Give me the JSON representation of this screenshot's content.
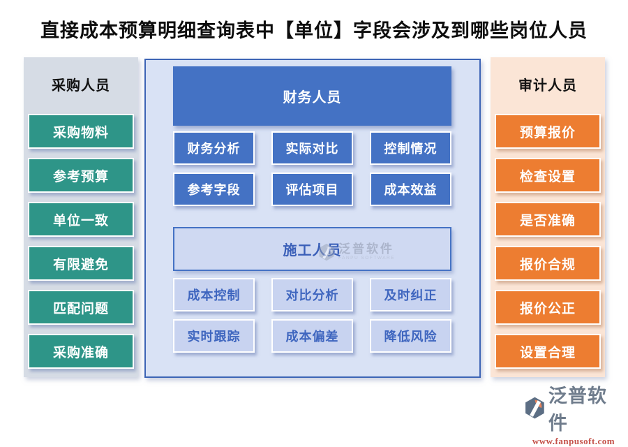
{
  "title": "直接成本预算明细查询表中【单位】字段会涉及到哪些岗位人员",
  "panels": {
    "purchasing": {
      "header": "采购人员",
      "items": [
        "采购物料",
        "参考预算",
        "单位一致",
        "有限避免",
        "匹配问题",
        "采购准确"
      ]
    },
    "finance": {
      "header": "财务人员",
      "items": [
        "财务分析",
        "实际对比",
        "控制情况",
        "参考字段",
        "评估项目",
        "成本效益"
      ]
    },
    "construction": {
      "header": "施工人员",
      "items": [
        "成本控制",
        "对比分析",
        "及时纠正",
        "实时跟踪",
        "成本偏差",
        "降低风险"
      ]
    },
    "audit": {
      "header": "审计人员",
      "items": [
        "预算报价",
        "检查设置",
        "是否准确",
        "报价合规",
        "报价公正",
        "设置合理"
      ]
    }
  },
  "watermark": {
    "name": "泛普软件",
    "subname": "FANPU SOFTWARE"
  },
  "footer_logo": {
    "name": "泛普软件",
    "url": "www.fanpusoft.com"
  },
  "colors": {
    "teal": "#2E9588",
    "blue": "#4472C4",
    "orange": "#ED7D31",
    "panel_gray": "#D6DCE5",
    "panel_blue": "#D9E2F5",
    "panel_orange": "#FBE5D6",
    "light_button": "#C8D3F0",
    "url_red": "#C4524A"
  }
}
